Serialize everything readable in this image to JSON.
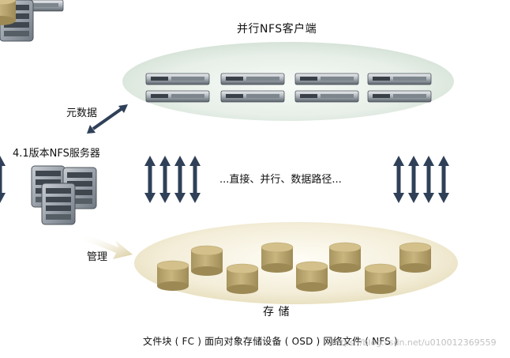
{
  "title": "并行NFS客户端",
  "metadata_label": "元数据",
  "server_label": "4.1版本NFS服务器",
  "paths_label": "...直接、并行、数据路径...",
  "management_label": "管理",
  "storage_label": "存 储",
  "bottom_caption": "文件块 ( FC ) 面向对象存储设备 ( OSD ) 网络文件 ( NFS )",
  "watermark": "https://blog.csdn.net/u010012369559",
  "colors": {
    "client_ellipse": "#e6efe7",
    "storage_ellipse": "#f3edd8",
    "arrow": "#2f4058",
    "disk_side": "#bda971",
    "disk_top": "#cbb77f"
  },
  "icons": {
    "server_cluster": "server-stack-icon",
    "client_device": "rack-server-icon",
    "disk": "disk-cylinder-icon"
  }
}
